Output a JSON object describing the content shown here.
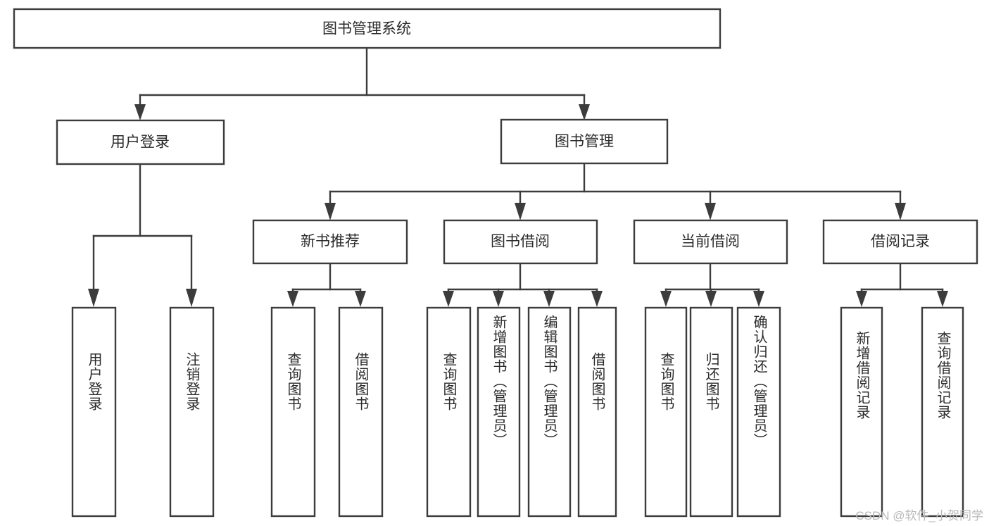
{
  "diagram": {
    "type": "tree",
    "title": "图书管理系统",
    "watermark": "CSDN @软件_小贺同学",
    "colors": {
      "box_stroke": "#3c3c3c",
      "box_fill": "#ffffff",
      "text": "#2b2b2b",
      "background": "#ffffff",
      "watermark": "#b9b9b9"
    },
    "nodes": {
      "root": {
        "label": "图书管理系统",
        "level": 1
      },
      "l2": [
        {
          "label": "用户登录",
          "level": 2
        },
        {
          "label": "图书管理",
          "level": 2
        }
      ],
      "l3": [
        {
          "label": "新书推荐",
          "level": 3
        },
        {
          "label": "图书借阅",
          "level": 3
        },
        {
          "label": "当前借阅",
          "level": 3
        },
        {
          "label": "借阅记录",
          "level": 3
        }
      ],
      "leaves_user_login": [
        {
          "label": "用户登录"
        },
        {
          "label": "注销登录"
        }
      ],
      "leaves_new_book": [
        {
          "label": "查询图书"
        },
        {
          "label": "借阅图书"
        }
      ],
      "leaves_borrow": [
        {
          "label": "查询图书"
        },
        {
          "label": "新增图书（管理员）"
        },
        {
          "label": "编辑图书（管理员）"
        },
        {
          "label": "借阅图书"
        }
      ],
      "leaves_current": [
        {
          "label": "查询图书"
        },
        {
          "label": "归还图书"
        },
        {
          "label": "确认归还（管理员）"
        }
      ],
      "leaves_record": [
        {
          "label": "新增借阅记录"
        },
        {
          "label": "查询借阅记录"
        }
      ]
    },
    "edges": [
      {
        "from": "图书管理系统",
        "to": "用户登录"
      },
      {
        "from": "图书管理系统",
        "to": "图书管理"
      },
      {
        "from": "用户登录",
        "to": "用户登录"
      },
      {
        "from": "用户登录",
        "to": "注销登录"
      },
      {
        "from": "图书管理",
        "to": "新书推荐"
      },
      {
        "from": "图书管理",
        "to": "图书借阅"
      },
      {
        "from": "图书管理",
        "to": "当前借阅"
      },
      {
        "from": "图书管理",
        "to": "借阅记录"
      },
      {
        "from": "新书推荐",
        "to": "查询图书"
      },
      {
        "from": "新书推荐",
        "to": "借阅图书"
      },
      {
        "from": "图书借阅",
        "to": "查询图书"
      },
      {
        "from": "图书借阅",
        "to": "新增图书（管理员）"
      },
      {
        "from": "图书借阅",
        "to": "编辑图书（管理员）"
      },
      {
        "from": "图书借阅",
        "to": "借阅图书"
      },
      {
        "from": "当前借阅",
        "to": "查询图书"
      },
      {
        "from": "当前借阅",
        "to": "归还图书"
      },
      {
        "from": "当前借阅",
        "to": "确认归还（管理员）"
      },
      {
        "from": "借阅记录",
        "to": "新增借阅记录"
      },
      {
        "from": "借阅记录",
        "to": "查询借阅记录"
      }
    ]
  }
}
